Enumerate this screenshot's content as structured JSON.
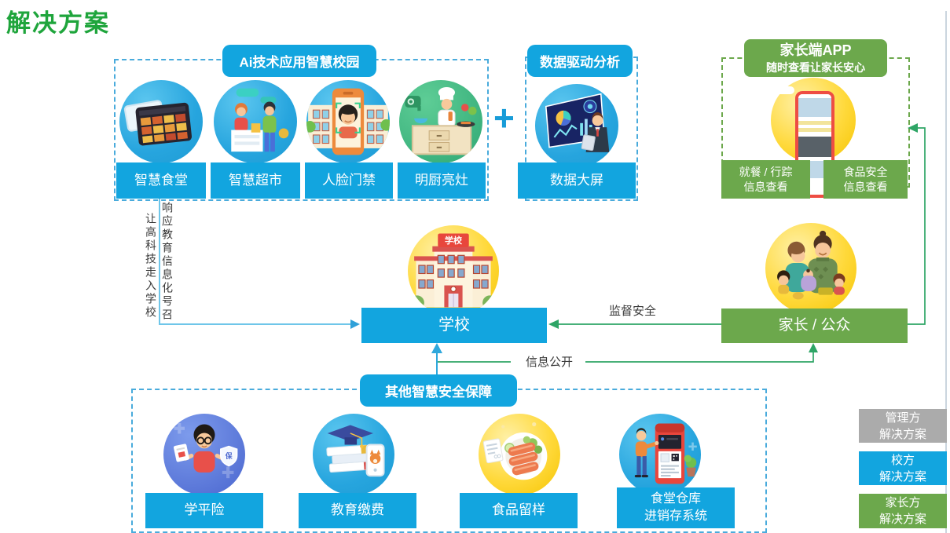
{
  "title": "解决方案",
  "colors": {
    "blue": "#12A5DF",
    "green": "#6CA84C",
    "gray": "#ABABAB",
    "title_green": "#1FA53C",
    "arrow_green": "#2EA566",
    "arrow_blue": "#4FBBE6",
    "dashed_blue": "#49ABDC",
    "dashed_green": "#6CA84C",
    "circle_yellow": "#F7C600",
    "phone_red": "#EE4D43"
  },
  "ai_campus": {
    "header": "Ai技术应用智慧校园",
    "items": [
      {
        "label": "智慧食堂",
        "icon": "smart-canteen-tablet-icon"
      },
      {
        "label": "智慧超市",
        "icon": "smart-supermarket-icon"
      },
      {
        "label": "人脸门禁",
        "icon": "face-access-icon"
      },
      {
        "label": "明厨亮灶",
        "icon": "open-kitchen-icon"
      }
    ]
  },
  "plus_sign": "+",
  "data_analysis": {
    "header": "数据驱动分析",
    "item": {
      "label": "数据大屏",
      "icon": "data-dashboard-icon"
    }
  },
  "parent_app": {
    "header": "家长端APP",
    "subheader": "随时查看让家长安心",
    "items": [
      {
        "line1": "就餐 / 行踪",
        "line2": "信息查看"
      },
      {
        "line1": "食品安全",
        "line2": "信息查看"
      }
    ]
  },
  "school": {
    "label": "学校",
    "building_sign": "学校"
  },
  "parents": {
    "label": "家长 / 公众"
  },
  "connections": {
    "supervise_label": "监督安全",
    "disclosure_label": "信息公开",
    "vertical_text_right": "响应教育信息化号召",
    "vertical_text_left": "让高科技走入学校"
  },
  "other_security": {
    "header": "其他智慧安全保障",
    "items": [
      {
        "label": "学平险",
        "icon": "student-insurance-icon",
        "badge": "保"
      },
      {
        "label": "教育缴费",
        "icon": "education-payment-icon"
      },
      {
        "label": "食品留样",
        "icon": "food-sample-icon"
      },
      {
        "line1": "食堂仓库",
        "line2": "进销存系统",
        "icon": "canteen-inventory-icon"
      }
    ]
  },
  "legend": [
    {
      "line1": "管理方",
      "line2": "解决方案",
      "color": "#ABABAB"
    },
    {
      "line1": "校方",
      "line2": "解决方案",
      "color": "#12A5DF"
    },
    {
      "line1": "家长方",
      "line2": "解决方案",
      "color": "#6CA84C"
    }
  ]
}
